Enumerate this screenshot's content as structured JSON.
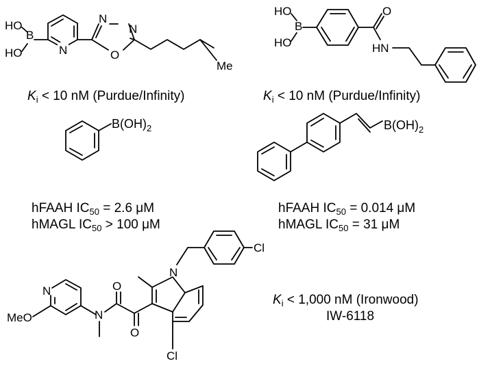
{
  "compounds": [
    {
      "atoms": {
        "ho_top": "HO",
        "boron": "B",
        "ho_bottom": "HO",
        "pyridine_n": "N",
        "oxadiazole_n1": "N",
        "oxadiazole_n2": "N",
        "oxadiazole_o": "O",
        "terminal_methyl": "Me"
      },
      "activity": {
        "constant": "K",
        "subscript": "i",
        "text": " < 10 nM (Purdue/Infinity)"
      }
    },
    {
      "atoms": {
        "ho_top": "HO",
        "boron": "B",
        "ho_bottom": "HO",
        "carbonyl_o": "O",
        "amide_nh": "HN"
      },
      "activity": {
        "constant": "K",
        "subscript": "i",
        "text": " < 10 nM (Purdue/Infinity)"
      }
    },
    {
      "atoms": {
        "boronic_acid": "B(OH)",
        "boronic_sub": "2"
      },
      "activity": [
        {
          "prefix": "hFAAH IC",
          "subscript": "50",
          "text": " = 2.6 μM"
        },
        {
          "prefix": "hMAGL IC",
          "subscript": "50",
          "text": " > 100 μM"
        }
      ]
    },
    {
      "atoms": {
        "boronic_acid": "B(OH)",
        "boronic_sub": "2"
      },
      "activity": [
        {
          "prefix": "hFAAH IC",
          "subscript": "50",
          "text": " = 0.014 μM"
        },
        {
          "prefix": "hMAGL IC",
          "subscript": "50",
          "text": " = 31 μM"
        }
      ]
    },
    {
      "atoms": {
        "chloro_top": "Cl",
        "pyridine_n": "N",
        "amide_n": "N",
        "indole_n": "N",
        "methoxy": "MeO",
        "carbonyl_o1": "O",
        "carbonyl_o2": "O",
        "chloro_bottom": "Cl"
      },
      "activity": {
        "constant": "K",
        "subscript": "i",
        "text": " < 1,000 nM (Ironwood)",
        "code": "IW-6118"
      }
    }
  ]
}
